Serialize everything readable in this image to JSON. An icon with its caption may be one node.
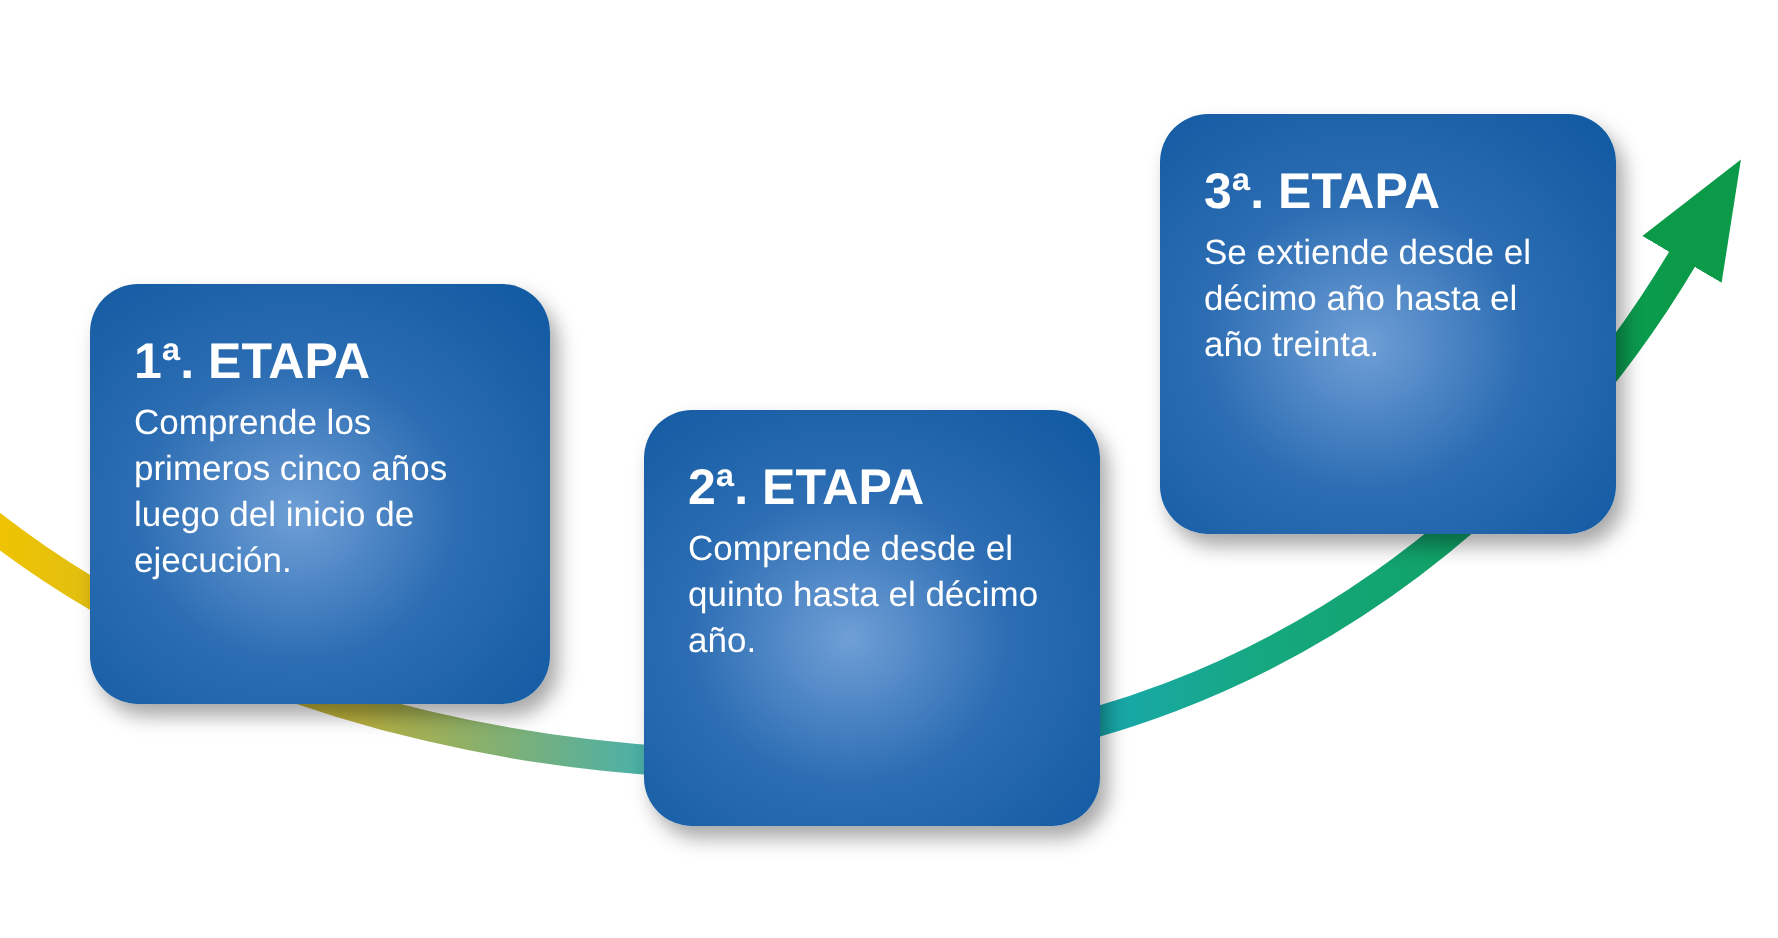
{
  "diagram": {
    "nodes": [
      {
        "text": [
          "1ª. ETAPA",
          "Comprende los primeros cinco años luego del inicio de ejecución."
        ]
      },
      {
        "text": [
          "2ª. ETAPA",
          "Comprende desde el quinto hasta el décimo año."
        ]
      },
      {
        "text": [
          "3ª. ETAPA",
          "Se extiende desde el décimo año hasta el año treinta."
        ]
      }
    ]
  }
}
